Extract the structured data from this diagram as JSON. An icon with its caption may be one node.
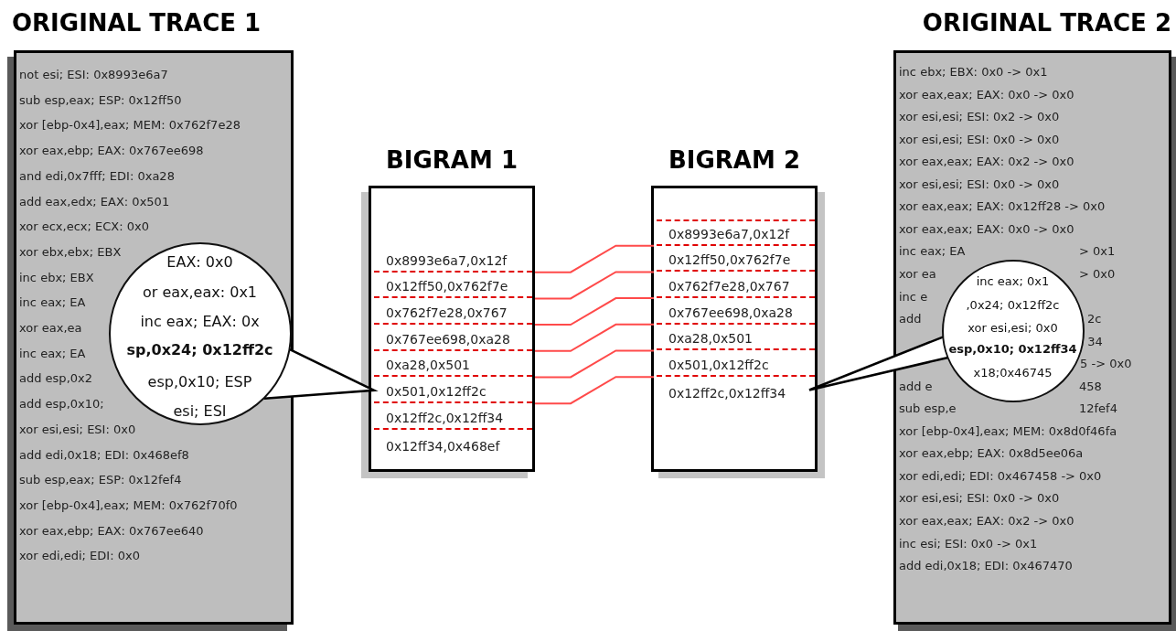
{
  "diagram": {
    "nodes": [
      {
        "text": [
          "ORIGINAL TRACE 1",
          "not esi; ESI: 0x8993e6a7",
          "sub esp,eax; ESP: 0x12ff50",
          "xor [ebp-0x4],eax; MEM: 0x762f7e28",
          "xor eax,ebp; EAX: 0x767ee698",
          "and edi,0x7fff; EDI: 0xa28",
          "add eax,edx; EAX: 0x501",
          "xor ecx,ecx; ECX: 0x0",
          "xor ebx,ebx; EBX",
          "inc ebx; EBX",
          "inc eax; EA",
          "xor eax,ea",
          "inc eax; EA",
          "add esp,0x2",
          "add esp,0x10;",
          "xor esi,esi; ESI: 0x0",
          "add edi,0x18; EDI: 0x468ef8",
          "sub esp,eax; ESP: 0x12fef4",
          "xor [ebp-0x4],eax; MEM: 0x762f70f0",
          "xor eax,ebp; EAX: 0x767ee640",
          "xor edi,edi; EDI: 0x0"
        ]
      },
      {
        "text": [
          "EAX: 0x0",
          "or eax,eax: 0x1",
          "inc eax; EAX: 0x",
          "sp,0x24; 0x12ff2c",
          "esp,0x10; ESP",
          "esi; ESI"
        ],
        "in": 0
      },
      {
        "text": [
          "BIGRAM 1"
        ]
      },
      {
        "text": [
          "0x8993e6a7,0x12f"
        ],
        "in": 2
      },
      {
        "text": [
          "0x12ff50,0x762f7e"
        ],
        "in": 2
      },
      {
        "text": [
          "0x762f7e28,0x767"
        ],
        "in": 2
      },
      {
        "text": [
          "0x767ee698,0xa28"
        ],
        "in": 2
      },
      {
        "text": [
          "0xa28,0x501"
        ],
        "in": 2
      },
      {
        "text": [
          "0x501,0x12ff2c"
        ],
        "in": 2
      },
      {
        "text": [
          "0x12ff2c,0x12ff34"
        ],
        "in": 2
      },
      {
        "text": [
          "0x12ff34,0x468ef"
        ],
        "in": 2
      },
      {
        "text": [
          "BIGRAM 2"
        ]
      },
      {
        "text": [
          "0x8993e6a7,0x12f"
        ],
        "in": 11
      },
      {
        "text": [
          "0x12ff50,0x762f7e"
        ],
        "in": 11
      },
      {
        "text": [
          "0x762f7e28,0x767"
        ],
        "in": 11
      },
      {
        "text": [
          "0x767ee698,0xa28"
        ],
        "in": 11
      },
      {
        "text": [
          "0xa28,0x501"
        ],
        "in": 11
      },
      {
        "text": [
          "0x501,0x12ff2c"
        ],
        "in": 11
      },
      {
        "text": [
          "0x12ff2c,0x12ff34"
        ],
        "in": 11
      },
      {
        "text": [
          "ORIGINAL TRACE 2",
          "inc ebx; EBX: 0x0 -> 0x1",
          "xor eax,eax; EAX: 0x0 -> 0x0",
          "xor esi,esi; ESI: 0x2 -> 0x0",
          "xor esi,esi; ESI: 0x0 -> 0x0",
          "xor eax,eax; EAX: 0x2 -> 0x0",
          "xor esi,esi; ESI: 0x0 -> 0x0",
          "xor eax,eax; EAX: 0x12ff28 -> 0x0",
          "xor eax,eax; EAX: 0x0 -> 0x0",
          "inc eax; EA",
          "> 0x1",
          "xor ea",
          "> 0x0",
          "inc e",
          "add",
          "2c",
          "34",
          "5 -> 0x0",
          "add e",
          "458",
          "sub esp,e",
          "12fef4",
          "xor [ebp-0x4],eax; MEM: 0x8d0f46fa",
          "xor eax,ebp; EAX: 0x8d5ee06a",
          "xor edi,edi; EDI: 0x467458 -> 0x0",
          "xor esi,esi; ESI: 0x0 -> 0x0",
          "xor eax,eax; EAX: 0x2 -> 0x0",
          "inc esi; ESI: 0x0 -> 0x1",
          "add edi,0x18; EDI: 0x467470"
        ]
      },
      {
        "text": [
          "inc eax; 0x1",
          ",0x24; 0x12ff2c",
          "xor esi,esi; 0x0",
          "esp,0x10; 0x12ff34",
          "x18;0x46745"
        ],
        "in": 19
      }
    ],
    "edges": [
      {
        "from": 3,
        "to": 12,
        "arrow": "none"
      },
      {
        "from": 4,
        "to": 13,
        "arrow": "none"
      },
      {
        "from": 5,
        "to": 14,
        "arrow": "none"
      },
      {
        "from": 6,
        "to": 15,
        "arrow": "none"
      },
      {
        "from": 7,
        "to": 16,
        "arrow": "none"
      },
      {
        "from": 8,
        "to": 17,
        "arrow": "none"
      },
      {
        "from": 1,
        "to": 8,
        "arrow": "none",
        "color": "#000000"
      },
      {
        "from": 20,
        "to": 18,
        "arrow": "none",
        "color": "#000000"
      }
    ]
  }
}
